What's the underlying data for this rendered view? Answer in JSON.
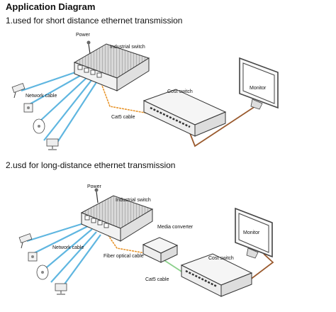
{
  "header": {
    "title": "Application Diagram"
  },
  "diagram1": {
    "caption": "1.used for short distance ethernet transmission",
    "labels": {
      "power": "Power",
      "industrial_switch": "Industrial switch",
      "cost_switch": "Cost switch",
      "monitor": "Monitor",
      "network_cable": "Network cable",
      "cat5_cable": "Cat5 cable"
    }
  },
  "diagram2": {
    "caption": "2.usd for long-distance ethernet transmission",
    "labels": {
      "power": "Power",
      "industrial_switch": "Industrial switch",
      "media_converter": "Media converter",
      "monitor": "Monitor",
      "network_cable": "Network cable",
      "fiber_optical_cable": "Fiber optical cable",
      "cost_switch": "Cost switch",
      "cat5_cable": "Cat5 cable"
    }
  },
  "colors": {
    "network_cable": "#5fb6e0",
    "cat5_cable": "#e8962e",
    "fiber_cable": "#8bd08b",
    "monitor_cable": "#9a5a2e",
    "device_line": "#333333"
  }
}
